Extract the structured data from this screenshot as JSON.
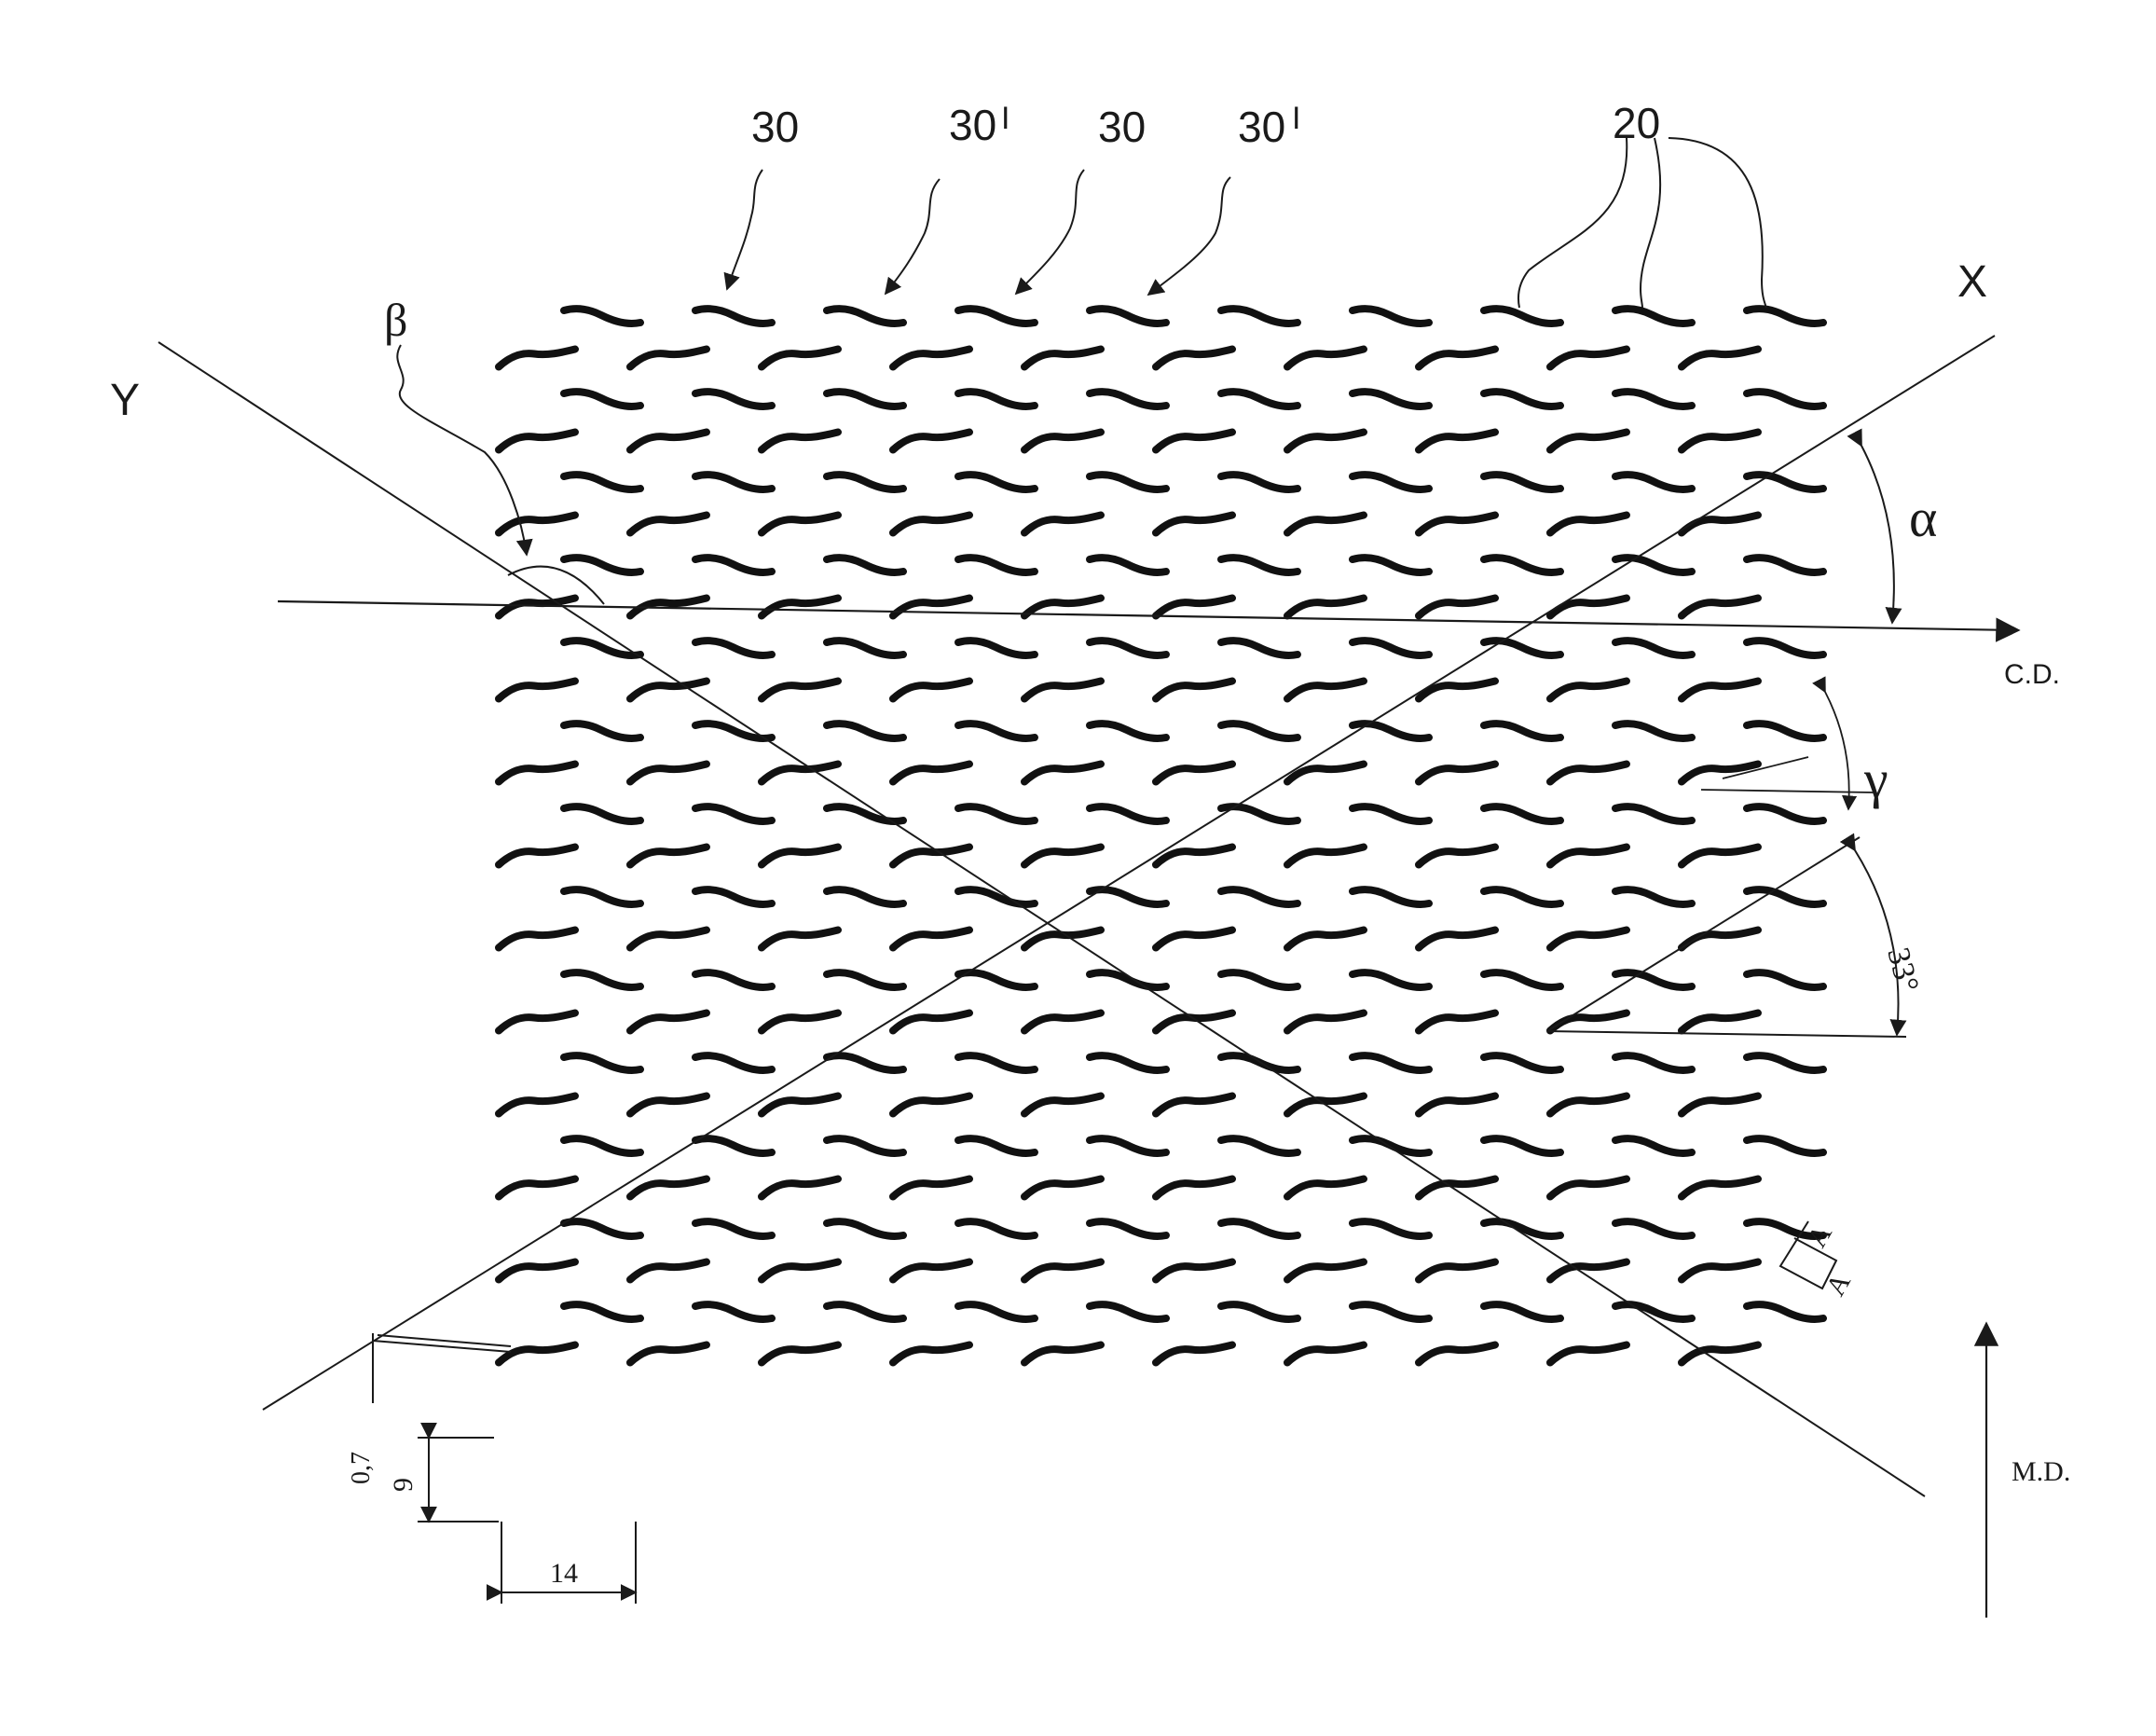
{
  "figure": {
    "labels": {
      "ref_30_a": "30",
      "ref_30p_a": "30",
      "ref_30_b": "30",
      "ref_30p_b": "30",
      "prime_mark": "I",
      "ref_20": "20",
      "axis_x": "X",
      "axis_y": "Y",
      "beta": "β",
      "alpha": "α",
      "gamma": "γ",
      "angle_33": "33°",
      "cd": "C.D.",
      "md": "M.D.",
      "dim_0_7": "0,7",
      "dim_9": "9",
      "dim_14": "14",
      "section_a1": "A",
      "section_a2": "A"
    },
    "pattern": {
      "rows": 26,
      "columns": 10,
      "dash_orientations": [
        "up-right",
        "down-right"
      ]
    },
    "colors": {
      "ink": "#1a1a1a",
      "paper": "#ffffff"
    }
  }
}
